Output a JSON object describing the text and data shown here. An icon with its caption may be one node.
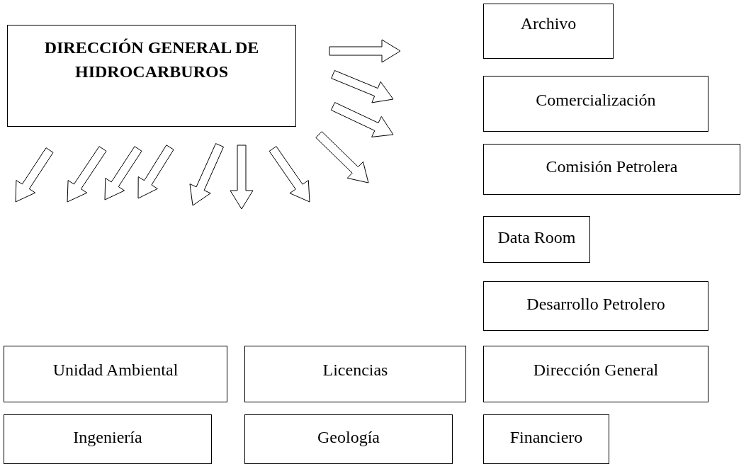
{
  "diagram": {
    "nodes": [
      {
        "text": [
          "DIRECCIÓN GENERAL DE HIDROCARBUROS"
        ]
      },
      {
        "text": [
          "Archivo"
        ]
      },
      {
        "text": [
          "Comercialización"
        ]
      },
      {
        "text": [
          "Comisión Petrolera"
        ]
      },
      {
        "text": [
          "Data Room"
        ]
      },
      {
        "text": [
          "Desarrollo Petrolero"
        ]
      },
      {
        "text": [
          "Unidad Ambiental"
        ]
      },
      {
        "text": [
          "Licencias"
        ]
      },
      {
        "text": [
          "Dirección General"
        ]
      },
      {
        "text": [
          "Ingeniería"
        ]
      },
      {
        "text": [
          "Geología"
        ]
      },
      {
        "text": [
          "Financiero"
        ]
      }
    ]
  }
}
